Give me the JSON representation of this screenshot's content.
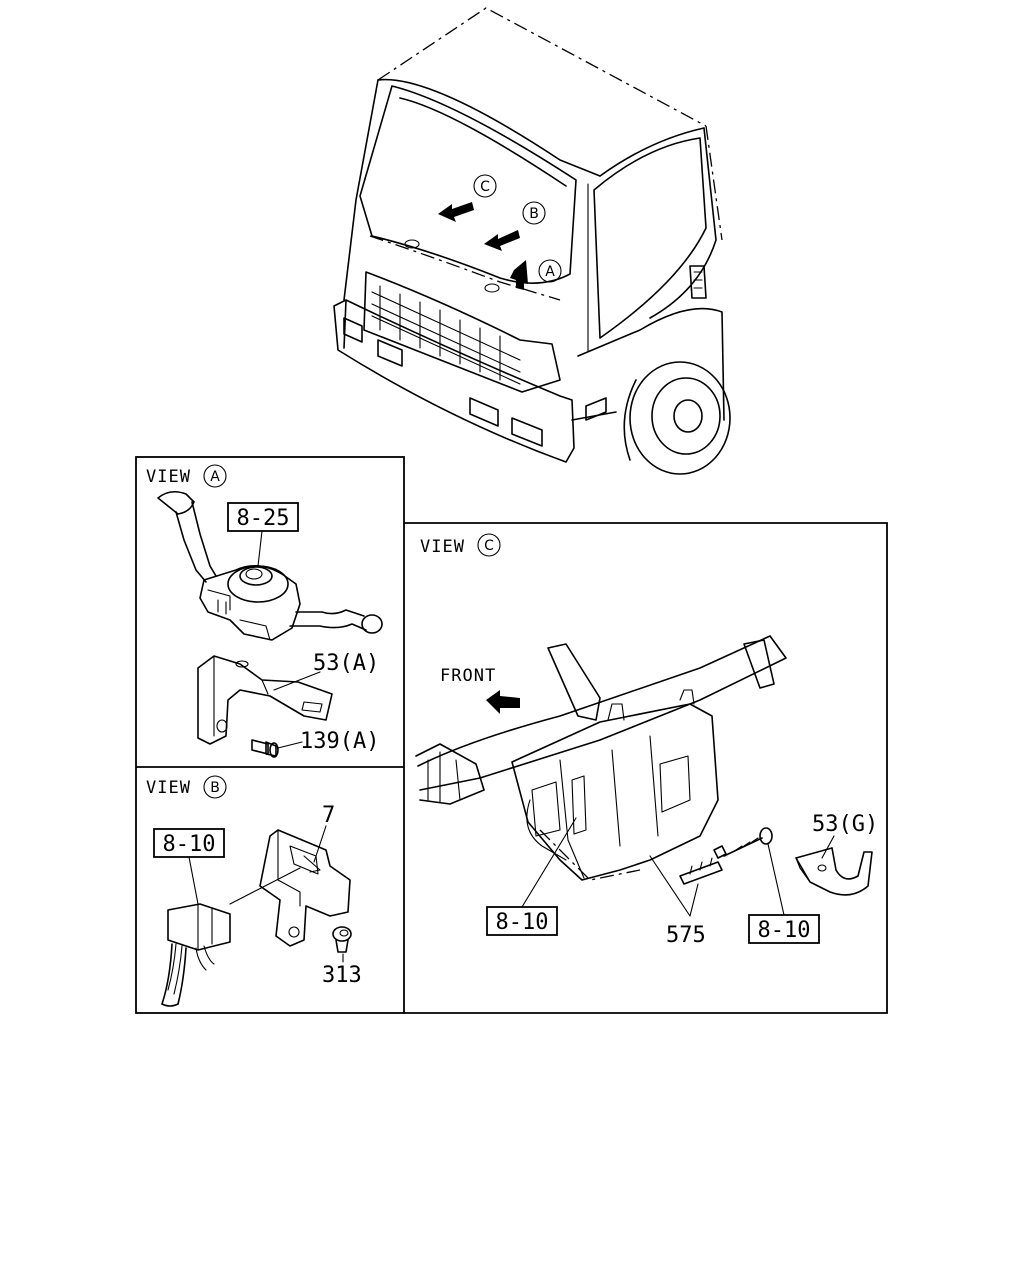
{
  "views": {
    "a": {
      "view_label": "VIEW",
      "marker": "A"
    },
    "b": {
      "view_label": "VIEW",
      "marker": "B"
    },
    "c": {
      "view_label": "VIEW",
      "marker": "C"
    }
  },
  "truck_markers": {
    "a": "A",
    "b": "B",
    "c": "C"
  },
  "view_a": {
    "ref_boxed": "8-25",
    "callout_bracket": "53(A)",
    "callout_bolt": "139(A)"
  },
  "view_b": {
    "ref_boxed": "8-10",
    "callout_bracket": "7",
    "callout_bolt": "313"
  },
  "view_c": {
    "front_label": "FRONT",
    "ref_boxed_left": "8-10",
    "callout_part": "575",
    "ref_boxed_right": "8-10",
    "callout_bracket": "53(G)"
  }
}
